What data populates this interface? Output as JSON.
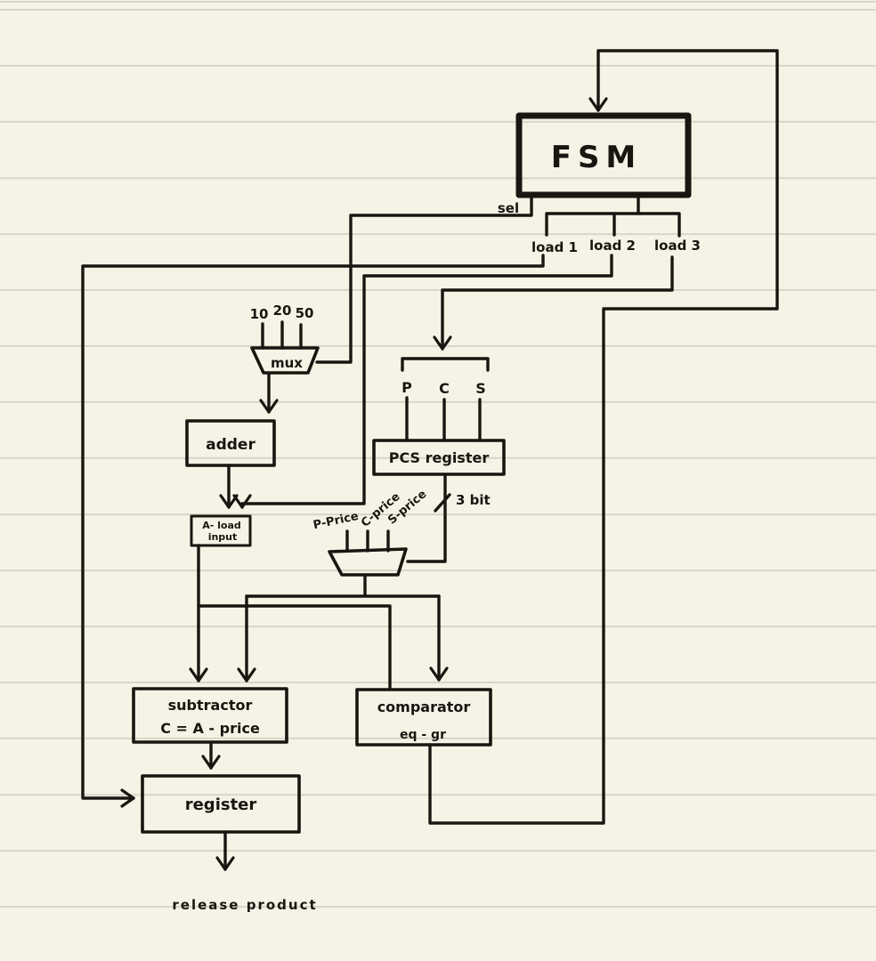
{
  "colors": {
    "paper": "#f6f3e6",
    "rule": "#d8d5c9",
    "ink": "#191510"
  },
  "diagram": {
    "fsm": {
      "label": "FSM"
    },
    "coin_mux": {
      "label": "mux",
      "inputs": [
        "10",
        "20",
        "50"
      ]
    },
    "adder": {
      "label": "adder"
    },
    "pcs_register": {
      "label": "PCS register",
      "ports": [
        "P",
        "C",
        "S"
      ]
    },
    "a_load_input": {
      "line1": "A- load",
      "line2": "input"
    },
    "price_mux": {
      "inputs": [
        "P-Price",
        "C-price",
        "S-price"
      ]
    },
    "subtractor": {
      "title": "subtractor",
      "equation": "C = A - price"
    },
    "comparator": {
      "title": "comparator",
      "condition": "eq - gr"
    },
    "register": {
      "label": "register"
    },
    "wires": {
      "sel": "sel",
      "load1": "load 1",
      "load2": "load 2",
      "load3": "load 3",
      "bus_width": "3 bit",
      "output": "release product"
    }
  }
}
